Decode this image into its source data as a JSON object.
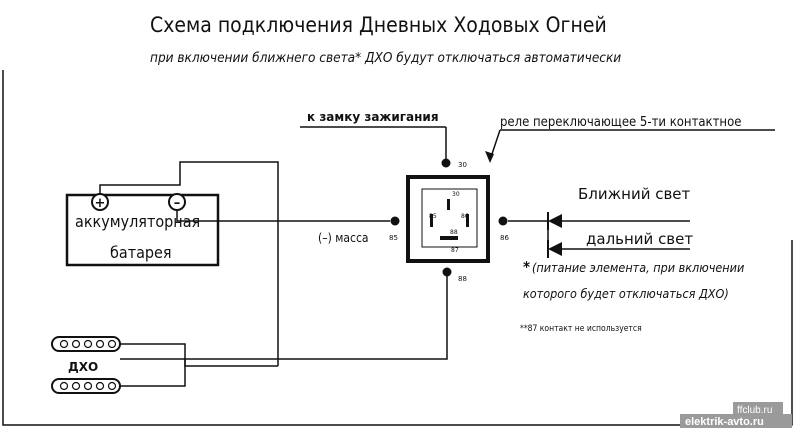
{
  "title": "Схема подключения Дневных Ходовых Огней",
  "subtitle": "при включении ближнего света* ДХО будут отключаться автоматически",
  "labels": {
    "ignition": "к замку зажигания",
    "relay": "реле переключающее 5-ти контактное",
    "low_beam": "Ближний свет",
    "high_beam": "дальний свет",
    "mass": "(–) масса",
    "battery_line1": "аккумуляторная",
    "battery_line2": "батарея",
    "drl": "ДХО",
    "note1_mark": "*",
    "note1_line1": "(питание элемента, при включении",
    "note1_line2": "которого будет отключаться ДХО)",
    "note2": "**87 контакт не используется"
  },
  "pins": {
    "p30_top": "30",
    "p30_in": "30",
    "p85_in": "85",
    "p86_in": "86",
    "p88_in": "88",
    "p87_in": "87",
    "p85_out": "85",
    "p86_out": "86",
    "p88_out": "88"
  },
  "battery_symbols": {
    "plus": "+",
    "minus": "–"
  },
  "watermarks": {
    "site1": "ffclub.ru",
    "site2": "elektrik-avto.ru"
  },
  "colors": {
    "line": "#111111",
    "background": "#ffffff",
    "watermark_bg": "#9a9a9a"
  }
}
